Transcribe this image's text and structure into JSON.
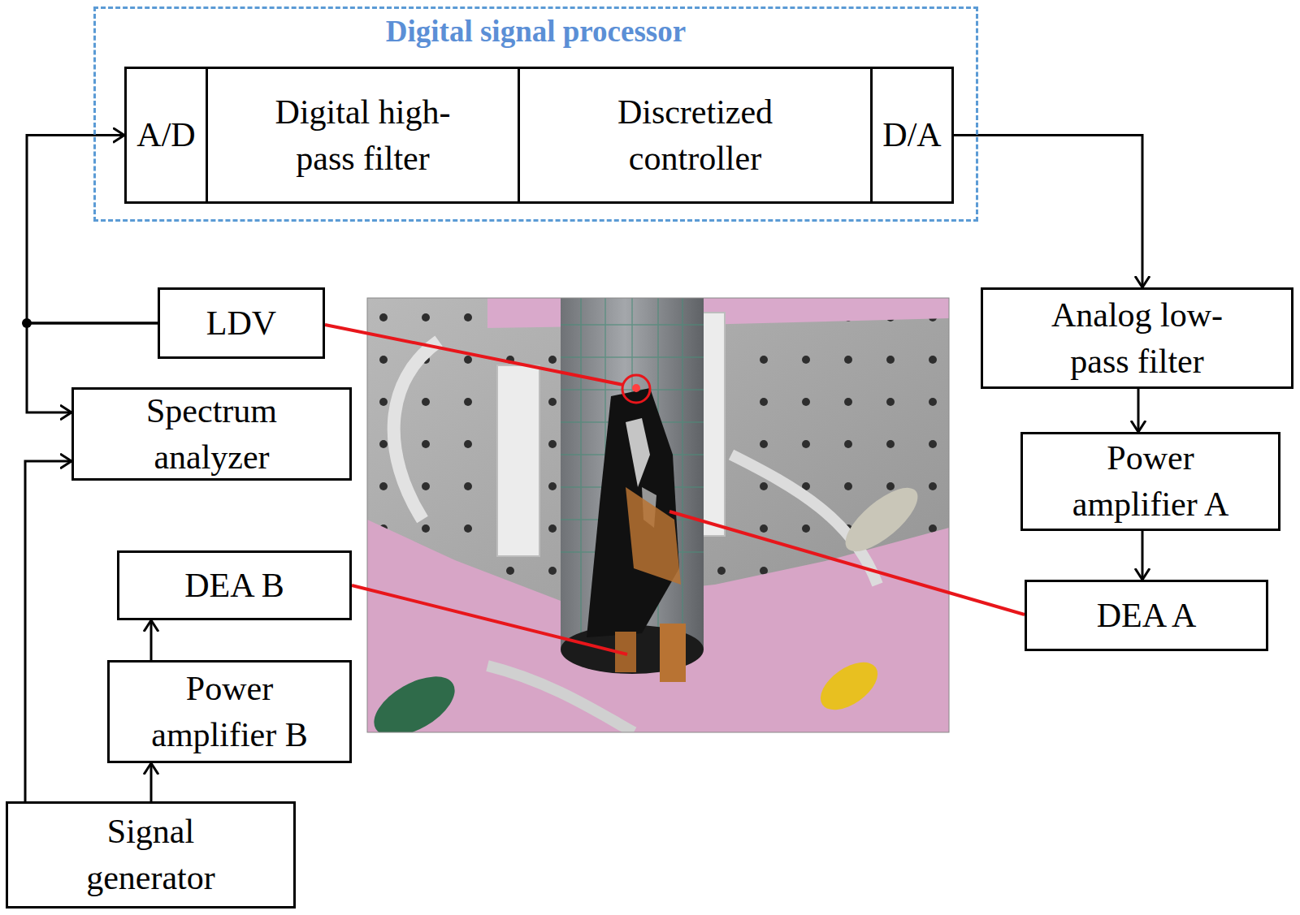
{
  "diagram": {
    "nodes": [
      {
        "text": [
          "Digital signal processor"
        ]
      },
      {
        "text": [
          "A/D"
        ],
        "in": 0
      },
      {
        "text": [
          "Digital high-pass filter"
        ],
        "in": 0
      },
      {
        "text": [
          "Discretized controller"
        ],
        "in": 0
      },
      {
        "text": [
          "D/A"
        ],
        "in": 0
      },
      {
        "text": [
          "LDV"
        ]
      },
      {
        "text": [
          "Spectrum analyzer"
        ]
      },
      {
        "text": [
          "DEA B"
        ]
      },
      {
        "text": [
          "Power amplifier B"
        ]
      },
      {
        "text": [
          "Signal generator"
        ]
      },
      {
        "text": [
          "Analog low-pass filter"
        ]
      },
      {
        "text": [
          "Power amplifier A"
        ]
      },
      {
        "text": [
          "DEA A"
        ]
      }
    ],
    "edges": [
      {
        "from": 5,
        "to": 1,
        "arrow": "to"
      },
      {
        "from": 5,
        "to": 6,
        "arrow": "to"
      },
      {
        "from": 9,
        "to": 6,
        "arrow": "to"
      },
      {
        "from": 9,
        "to": 8,
        "arrow": "to"
      },
      {
        "from": 8,
        "to": 7,
        "arrow": "to"
      },
      {
        "from": 4,
        "to": 10,
        "arrow": "to"
      },
      {
        "from": 10,
        "to": 11,
        "arrow": "to"
      },
      {
        "from": 11,
        "to": 12,
        "arrow": "to"
      }
    ]
  }
}
